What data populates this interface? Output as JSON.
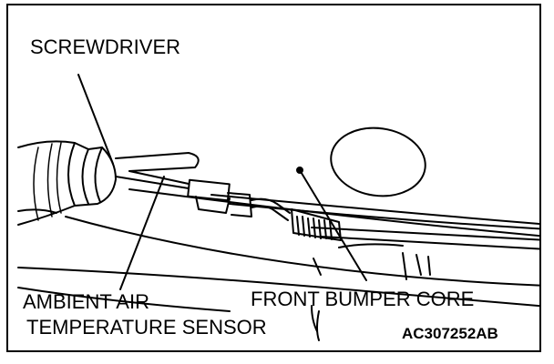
{
  "labels": {
    "screwdriver": "SCREWDRIVER",
    "sensor_line1": "AMBIENT AIR",
    "sensor_line2": "TEMPERATURE SENSOR",
    "bumper_core": "FRONT BUMPER CORE",
    "figure_code": "AC307252AB"
  },
  "colors": {
    "line": "#000000",
    "background": "#ffffff"
  }
}
